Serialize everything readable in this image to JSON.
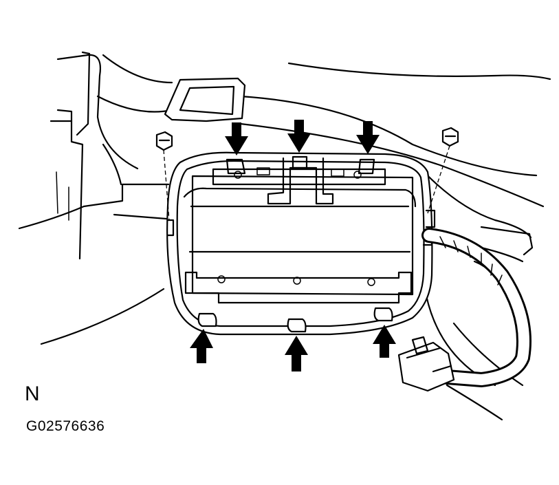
{
  "figure": {
    "view_letter": "N",
    "figure_code": "G02576636",
    "callouts": {
      "top_arrows": 3,
      "bottom_arrows": 3,
      "bolts": 2
    }
  }
}
